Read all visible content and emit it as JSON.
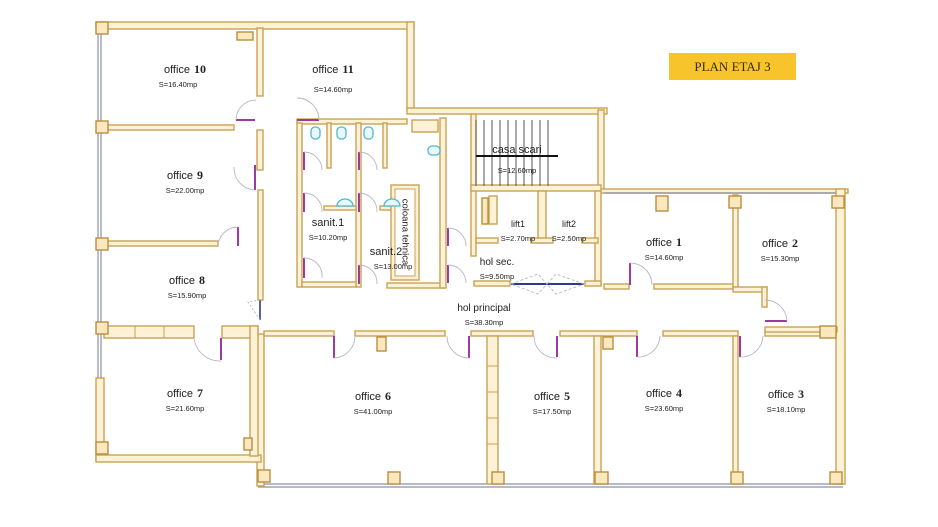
{
  "plan": {
    "title": "PLAN ETAJ 3",
    "colors": {
      "title_badge_bg": "#f7c52b",
      "wall_fill": "#fdf2d6",
      "wall_stroke": "#c9a257",
      "door_leaf": "#9b3aa0",
      "glazing": "#8b8fa8",
      "fixtures": "#4fb8cf"
    }
  },
  "rooms": {
    "office10": {
      "name": "office",
      "number": "10",
      "area": "S=16.40mp"
    },
    "office11": {
      "name": "office",
      "number": "11",
      "area": "S=14.60mp"
    },
    "office9": {
      "name": "office",
      "number": "9",
      "area": "S=22.00mp"
    },
    "office8": {
      "name": "office",
      "number": "8",
      "area": "S=15.90mp"
    },
    "office7": {
      "name": "office",
      "number": "7",
      "area": "S=21.60mp"
    },
    "office6": {
      "name": "office",
      "number": "6",
      "area": "S=41.00mp"
    },
    "office5": {
      "name": "office",
      "number": "5",
      "area": "S=17.50mp"
    },
    "office4": {
      "name": "office",
      "number": "4",
      "area": "S=23.60mp"
    },
    "office3": {
      "name": "office",
      "number": "3",
      "area": "S=18.10mp"
    },
    "office2": {
      "name": "office",
      "number": "2",
      "area": "S=15.30mp"
    },
    "office1": {
      "name": "office",
      "number": "1",
      "area": "S=14.60mp"
    },
    "sanit1": {
      "name": "sanit.1",
      "area": "S=10.20mp"
    },
    "sanit2": {
      "name": "sanit.2",
      "area": "S=13.00mp"
    },
    "coloana": {
      "name": "coloana tehnica"
    },
    "casa_scari": {
      "name": "casa scari",
      "area": "S=12.60mp"
    },
    "lift1": {
      "name": "lift1",
      "area": "S=2.70mp"
    },
    "lift2": {
      "name": "lift2",
      "area": "S=2.50mp"
    },
    "hol_sec": {
      "name": "hol sec.",
      "area": "S=9.50mp"
    },
    "hol_principal": {
      "name": "hol principal",
      "area": "S=38.30mp"
    }
  }
}
